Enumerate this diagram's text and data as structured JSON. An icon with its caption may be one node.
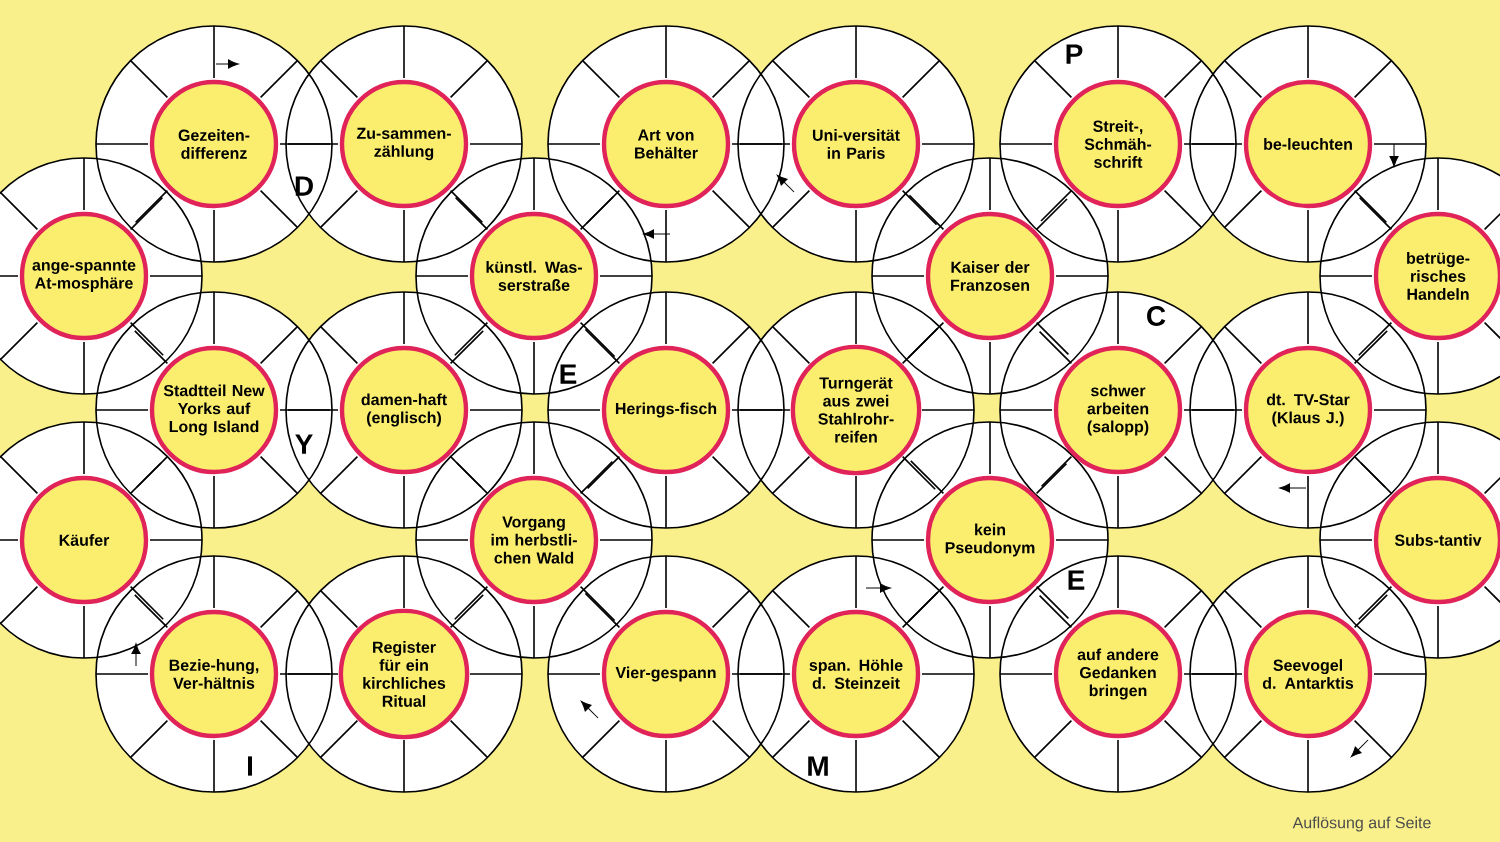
{
  "diagram": {
    "nodes": [
      {
        "text": [
          "Gezeiten-differenz"
        ]
      },
      {
        "text": [
          "Zu-sammen-zählung"
        ]
      },
      {
        "text": [
          "Art von Behälter"
        ]
      },
      {
        "text": [
          "Uni-versität in Paris"
        ]
      },
      {
        "text": [
          "Streit-, Schmäh-schrift"
        ]
      },
      {
        "text": [
          "be-leuchten"
        ]
      },
      {
        "text": [
          "ange-spannte At-mosphäre"
        ]
      },
      {
        "text": [
          "künstl. Was-serstraße"
        ]
      },
      {
        "text": [
          "Kaiser der Franzosen"
        ]
      },
      {
        "text": [
          "betrüge-risches Handeln"
        ]
      },
      {
        "text": [
          "Stadtteil New Yorks auf Long Island"
        ]
      },
      {
        "text": [
          "damen-haft (englisch)"
        ]
      },
      {
        "text": [
          "Herings-fisch"
        ]
      },
      {
        "text": [
          "Turngerät aus zwei Stahlrohr-reifen"
        ]
      },
      {
        "text": [
          "schwer arbeiten (salopp)"
        ]
      },
      {
        "text": [
          "dt. TV-Star (Klaus J.)"
        ]
      },
      {
        "text": [
          "Käufer"
        ]
      },
      {
        "text": [
          "Vorgang im herbstli-chen Wald"
        ]
      },
      {
        "text": [
          "kein Pseudonym"
        ]
      },
      {
        "text": [
          "Subs-tantiv"
        ]
      },
      {
        "text": [
          "Bezie-hung, Ver-hältnis"
        ]
      },
      {
        "text": [
          "Register für ein kirchliches Ritual"
        ]
      },
      {
        "text": [
          "Vier-gespann"
        ]
      },
      {
        "text": [
          "span. Höhle d. Steinzeit"
        ]
      },
      {
        "text": [
          "auf andere Gedanken bringen"
        ]
      },
      {
        "text": [
          "Seevogel d. Antarktis"
        ]
      }
    ],
    "labels": [
      "P",
      "D",
      "C",
      "E",
      "Y",
      "E",
      "I",
      "M",
      "Auflösung auf Seite"
    ]
  }
}
